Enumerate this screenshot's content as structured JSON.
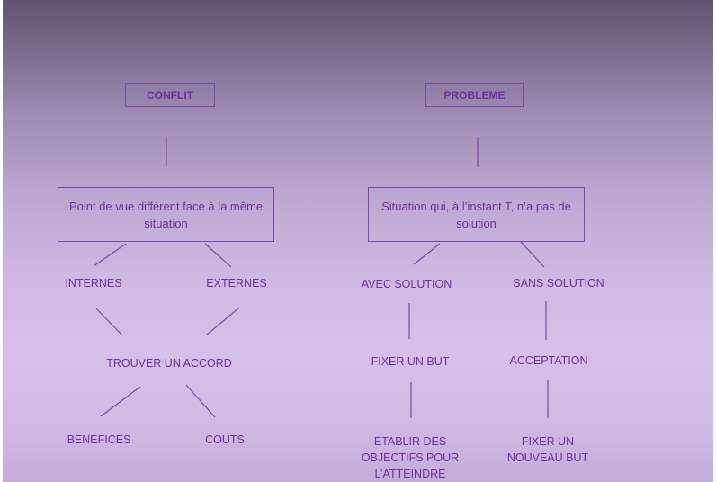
{
  "conflict": {
    "title": "CONFLIT",
    "definition": "Point de vue différent face à la même situation",
    "types": [
      "INTERNES",
      "EXTERNES"
    ],
    "resolution": "TROUVER UN ACCORD",
    "outcomes": [
      "BENEFICES",
      "COUTS"
    ]
  },
  "problem": {
    "title": "PROBLEME",
    "definition": "Situation qui, à l’instant T, n’a pas de solution",
    "branches": [
      {
        "label": "AVEC SOLUTION",
        "step": "FIXER UN BUT",
        "result": "ETABLIR DES OBJECTIFS POUR L’ATTEINDRE"
      },
      {
        "label": "SANS SOLUTION",
        "step": "ACCEPTATION",
        "result": "FIXER UN NOUVEAU BUT"
      }
    ]
  },
  "colors": {
    "text": "#7030a0",
    "line": "#7a4aa6"
  }
}
